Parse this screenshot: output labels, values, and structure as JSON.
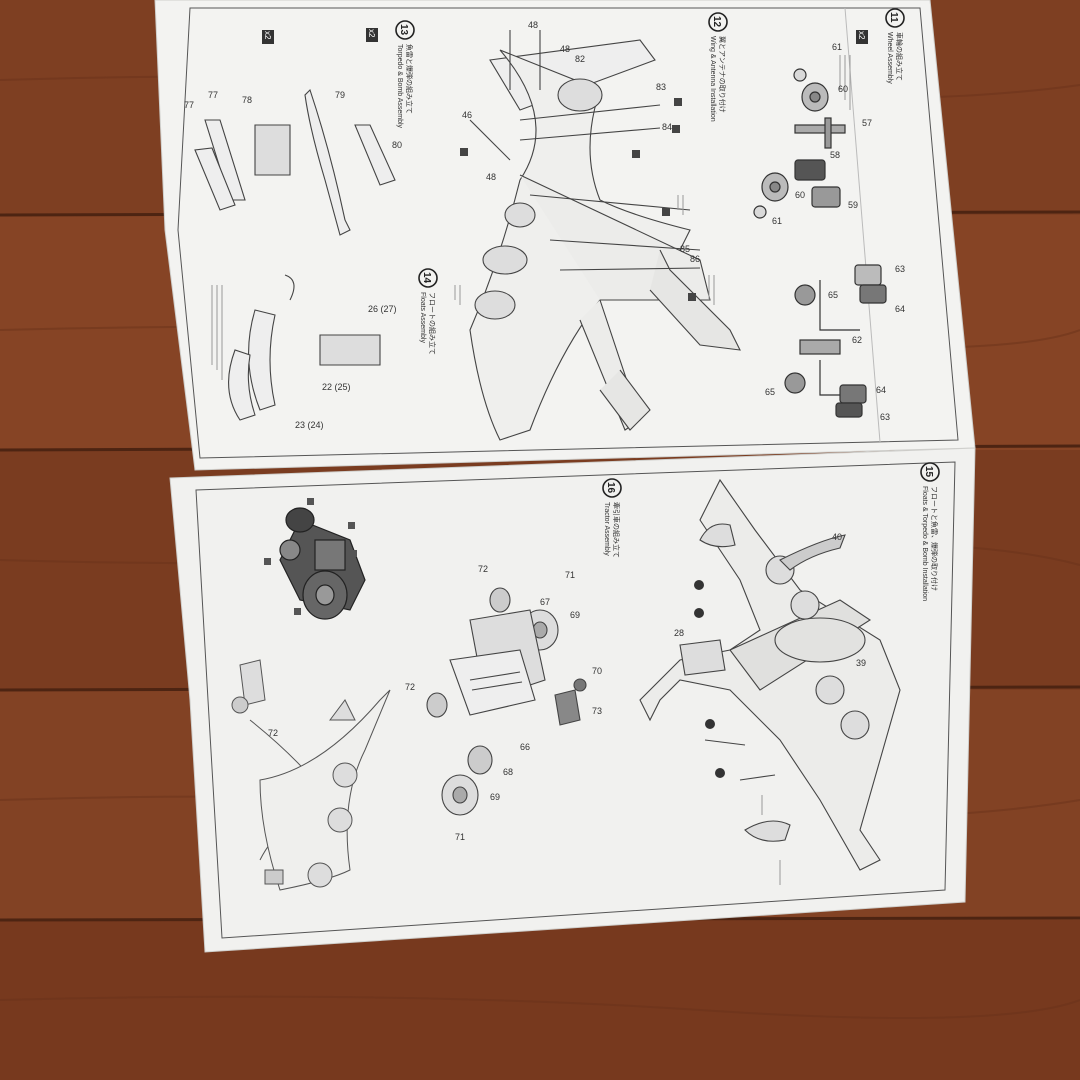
{
  "manual": {
    "upper_sheet": {
      "steps": [
        {
          "number": "11",
          "title_jp": "車輪の組み立て",
          "title_en": "Wheel Assembly",
          "badge": "x2"
        },
        {
          "number": "12",
          "title_jp": "翼とアンテナの取り付け",
          "title_en": "Wing & Antenna Installation"
        },
        {
          "number": "13",
          "title_jp": "魚雷と爆弾の組み立て",
          "title_en": "Torpedo & Bomb Assembly",
          "badge": "x2"
        },
        {
          "number": "14",
          "title_jp": "フロートの組み立て",
          "title_en": "Floats Assembly"
        }
      ],
      "parts": [
        "61",
        "60",
        "57",
        "58",
        "59",
        "60",
        "61",
        "63",
        "64",
        "65",
        "62",
        "64",
        "63",
        "65",
        "83",
        "84",
        "85",
        "86",
        "82",
        "48",
        "48",
        "46",
        "48",
        "79",
        "78",
        "77",
        "77",
        "80",
        "26 (27)",
        "22 (25)",
        "23 (24)"
      ]
    },
    "lower_sheet": {
      "steps": [
        {
          "number": "15",
          "title_jp": "フロートと魚雷、爆弾の取り付け",
          "title_en": "Floats & Torpedo & Bomb Installation"
        },
        {
          "number": "16",
          "title_jp": "牽引車の組み立て",
          "title_en": "Tractor Assembly"
        }
      ],
      "parts": [
        "40",
        "28",
        "39",
        "71",
        "69",
        "72",
        "67",
        "70",
        "73",
        "72",
        "66",
        "68",
        "69",
        "71",
        "72"
      ]
    }
  }
}
